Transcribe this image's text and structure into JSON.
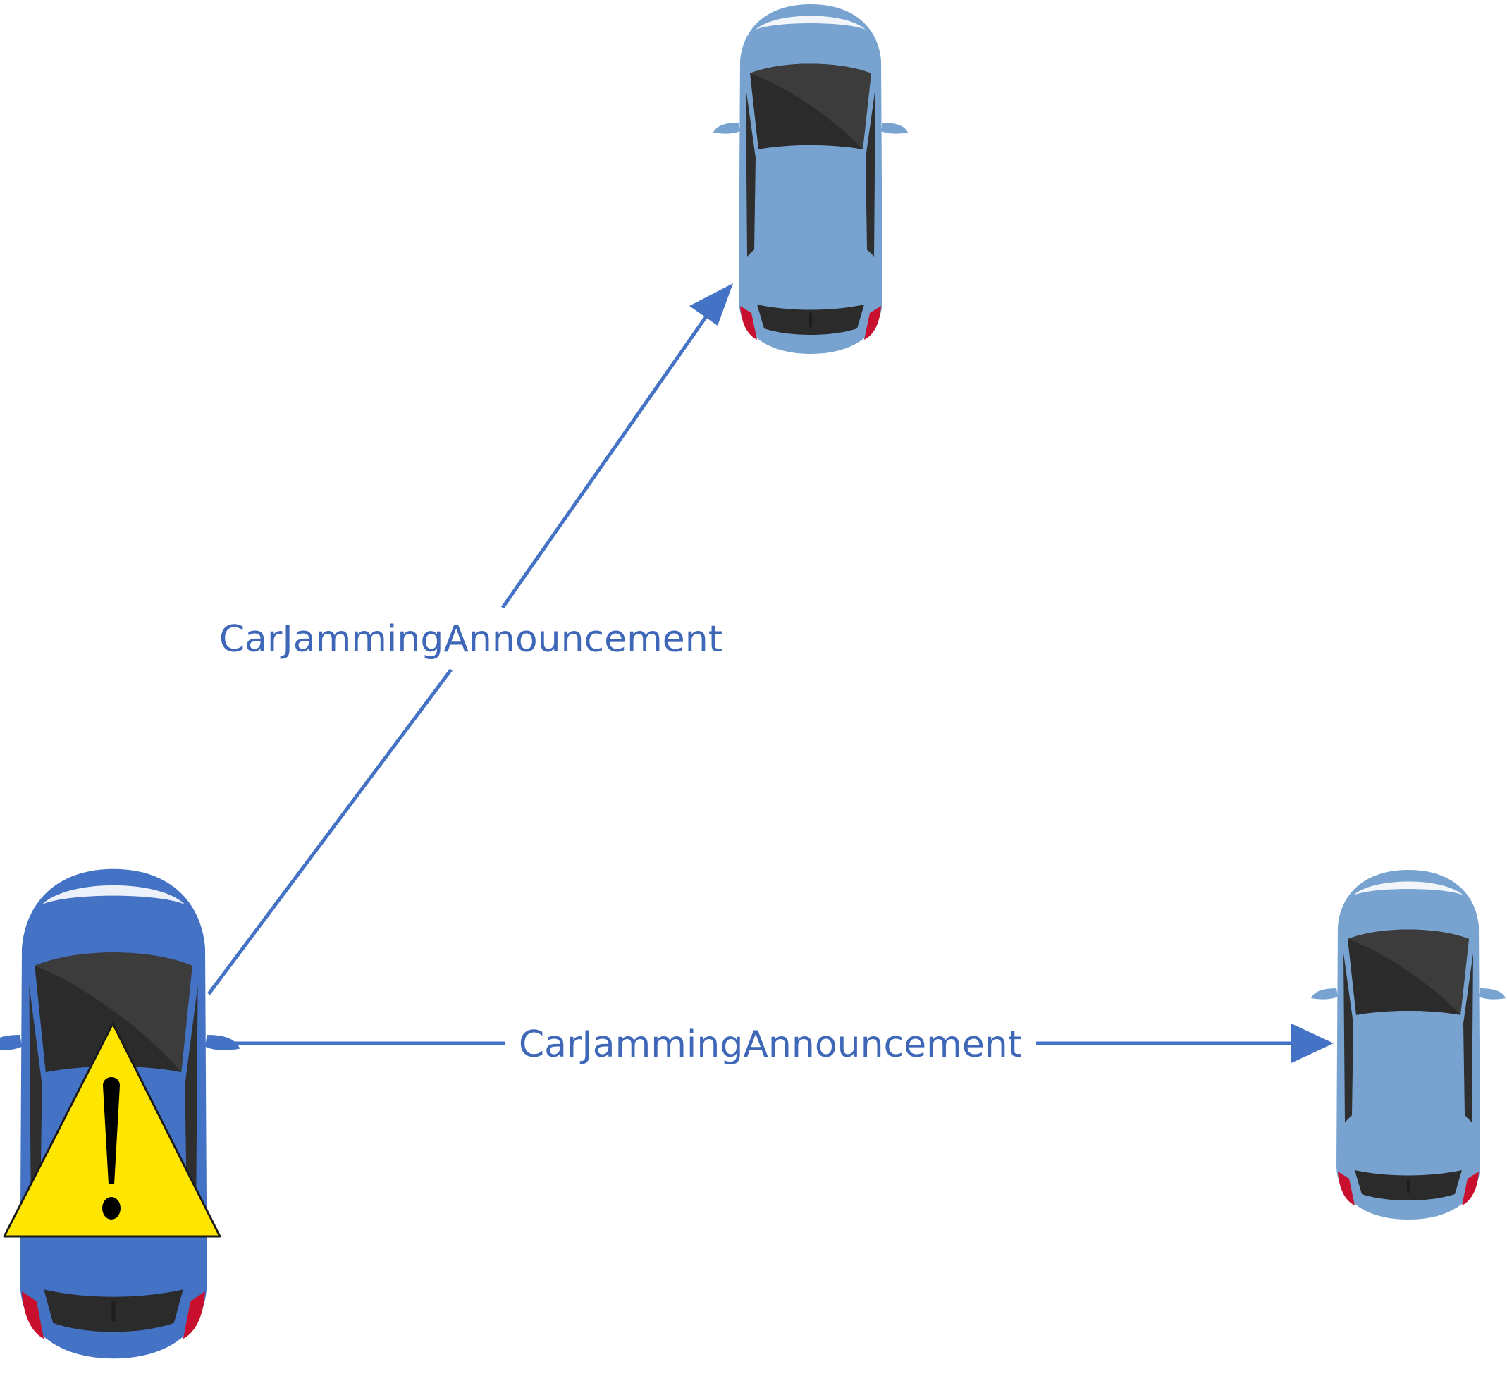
{
  "colors": {
    "arrow": "#4472c4",
    "label": "#3f67b8",
    "jamming_car_body": "#4472c4",
    "receiver_car_body": "#78a3d0",
    "warning_fill": "#ffe600"
  },
  "nodes": [
    {
      "id": "jamming-car",
      "kind": "car",
      "icon": "car-top-view-icon",
      "badge_icon": "warning-triangle-icon"
    },
    {
      "id": "receiver-car-top",
      "kind": "car",
      "icon": "car-top-view-icon"
    },
    {
      "id": "receiver-car-right",
      "kind": "car",
      "icon": "car-top-view-icon"
    }
  ],
  "edges": [
    {
      "from": "jamming-car",
      "to": "receiver-car-top",
      "label": "CarJammingAnnouncement"
    },
    {
      "from": "jamming-car",
      "to": "receiver-car-right",
      "label": "CarJammingAnnouncement"
    }
  ]
}
